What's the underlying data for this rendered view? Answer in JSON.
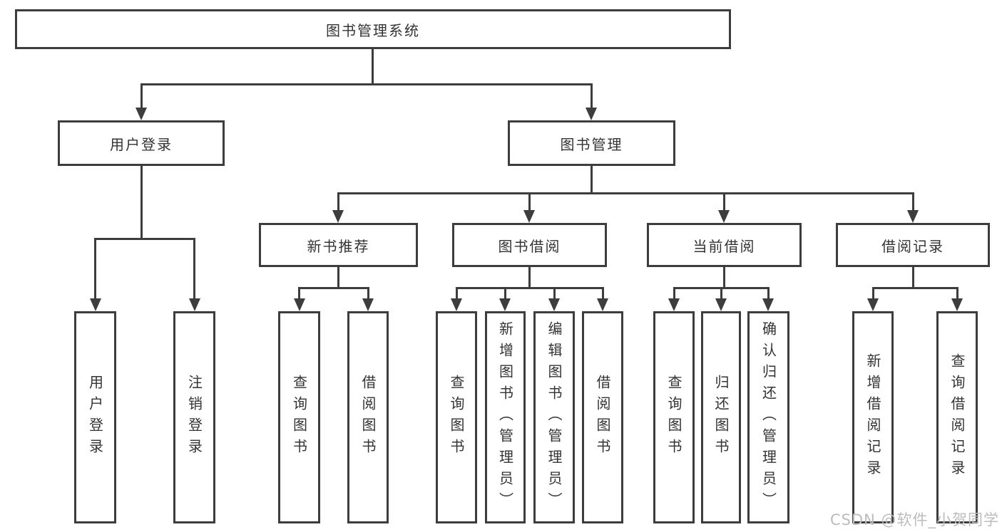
{
  "colors": {
    "line": "#3d3d3d",
    "text": "#333333",
    "background": "#ffffff",
    "watermark": "#bcbcbc"
  },
  "watermark": {
    "text": "CSDN @软件_小贺同学"
  },
  "tree": {
    "root": {
      "label": "图书管理系统"
    },
    "branches": [
      {
        "label": "用户登录",
        "children": [
          {
            "label": "用户登录"
          },
          {
            "label": "注销登录"
          }
        ]
      },
      {
        "label": "图书管理",
        "children": [
          {
            "label": "新书推荐",
            "children": [
              {
                "label": "查询图书"
              },
              {
                "label": "借阅图书"
              }
            ]
          },
          {
            "label": "图书借阅",
            "children": [
              {
                "label": "查询图书"
              },
              {
                "label": "新增图书（管理员）"
              },
              {
                "label": "编辑图书（管理员）"
              },
              {
                "label": "借阅图书"
              }
            ]
          },
          {
            "label": "当前借阅",
            "children": [
              {
                "label": "查询图书"
              },
              {
                "label": "归还图书"
              },
              {
                "label": "确认归还（管理员）"
              }
            ]
          },
          {
            "label": "借阅记录",
            "children": [
              {
                "label": "新增借阅记录"
              },
              {
                "label": "查询借阅记录"
              }
            ]
          }
        ]
      }
    ]
  }
}
